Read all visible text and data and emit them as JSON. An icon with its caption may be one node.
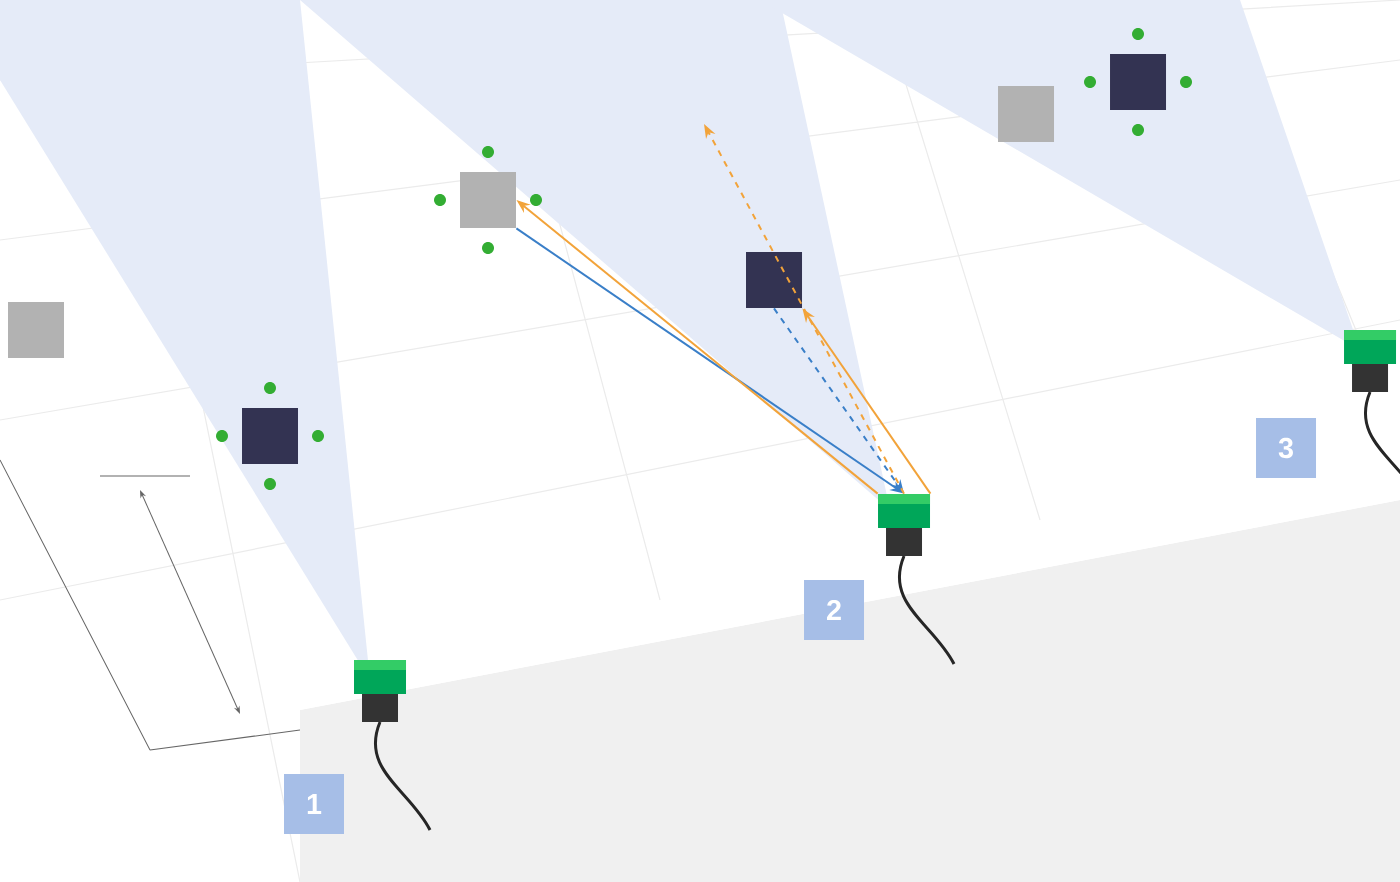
{
  "diagram": {
    "nodes": [
      {
        "text": [
          "1"
        ]
      },
      {
        "text": [
          "2"
        ]
      },
      {
        "text": [
          "3"
        ]
      },
      {
        "text": [],
        "shape": "picture"
      },
      {
        "text": [],
        "shape": "picture"
      },
      {
        "text": [],
        "shape": "picture"
      },
      {
        "text": [],
        "shape": "box"
      },
      {
        "text": [],
        "shape": "box"
      },
      {
        "text": [],
        "shape": "box"
      },
      {
        "text": [],
        "shape": "box"
      },
      {
        "text": [],
        "shape": "box"
      },
      {
        "text": [],
        "shape": "box"
      }
    ],
    "edges": [
      {
        "from": 8,
        "to": 4,
        "arrow": "to",
        "color": "#3a7fc8"
      },
      {
        "from": 4,
        "to": 8,
        "arrow": "to",
        "color": "#f2a33a"
      },
      {
        "from": 9,
        "to": 4,
        "arrow": "to",
        "style": "dashed",
        "color": "#3a7fc8"
      },
      {
        "from": 4,
        "to": 9,
        "arrow": "to",
        "color": "#f2a33a"
      },
      {
        "from": 4,
        "to": null,
        "arrow": "to",
        "style": "dashed",
        "color": "#f2a33a"
      }
    ]
  }
}
